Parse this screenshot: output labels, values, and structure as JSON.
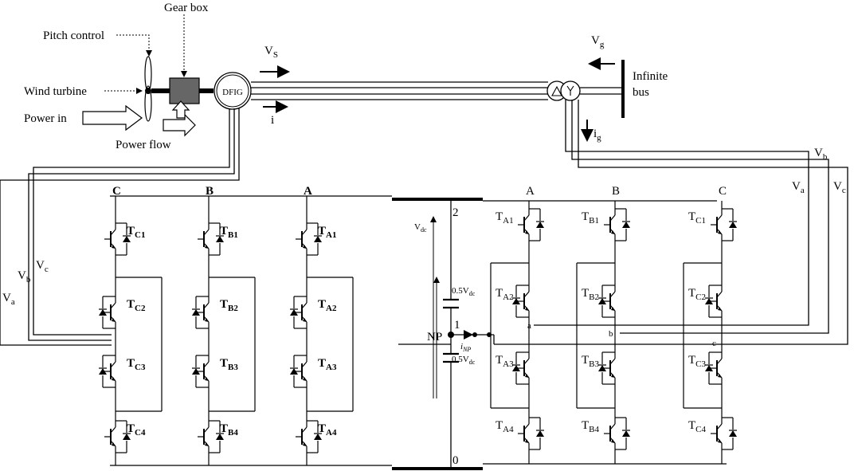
{
  "labels": {
    "gear_box": "Gear box",
    "pitch_control": "Pitch control",
    "wind_turbine": "Wind turbine",
    "power_in": "Power in",
    "power_flow": "Power flow",
    "dfig": "DFIG",
    "vs": "V",
    "vs_sub": "S",
    "i": "i",
    "vg": "V",
    "vg_sub": "g",
    "ig": "i",
    "ig_sub": "g",
    "infinite": "Infinite",
    "bus": "bus",
    "vdc": "V",
    "vdc_sub": "dc",
    "node2": "2",
    "node1": "1",
    "node0": "0",
    "np": "NP",
    "inp": "i",
    "inp_sub": "NP",
    "half_vdc": "0.5V",
    "half_vdc_sub": "dc",
    "node_a": "a",
    "node_b": "b",
    "node_c": "c",
    "va": "V",
    "va_sub": "a",
    "vb": "V",
    "vb_sub": "b",
    "vc": "V",
    "vc_sub": "c"
  },
  "left_converter": {
    "phases": [
      "C",
      "B",
      "A"
    ],
    "switches": [
      [
        "T",
        "C1",
        "C2",
        "C3",
        "C4"
      ],
      [
        "T",
        "B1",
        "B2",
        "B3",
        "B4"
      ],
      [
        "T",
        "A1",
        "A2",
        "A3",
        "A4"
      ]
    ]
  },
  "right_converter": {
    "phases": [
      "A",
      "B",
      "C"
    ],
    "switches": [
      [
        "T",
        "A1",
        "A2",
        "A3",
        "A4"
      ],
      [
        "T",
        "B1",
        "B2",
        "B3",
        "B4"
      ],
      [
        "T",
        "C1",
        "C2",
        "C3",
        "C4"
      ]
    ]
  }
}
